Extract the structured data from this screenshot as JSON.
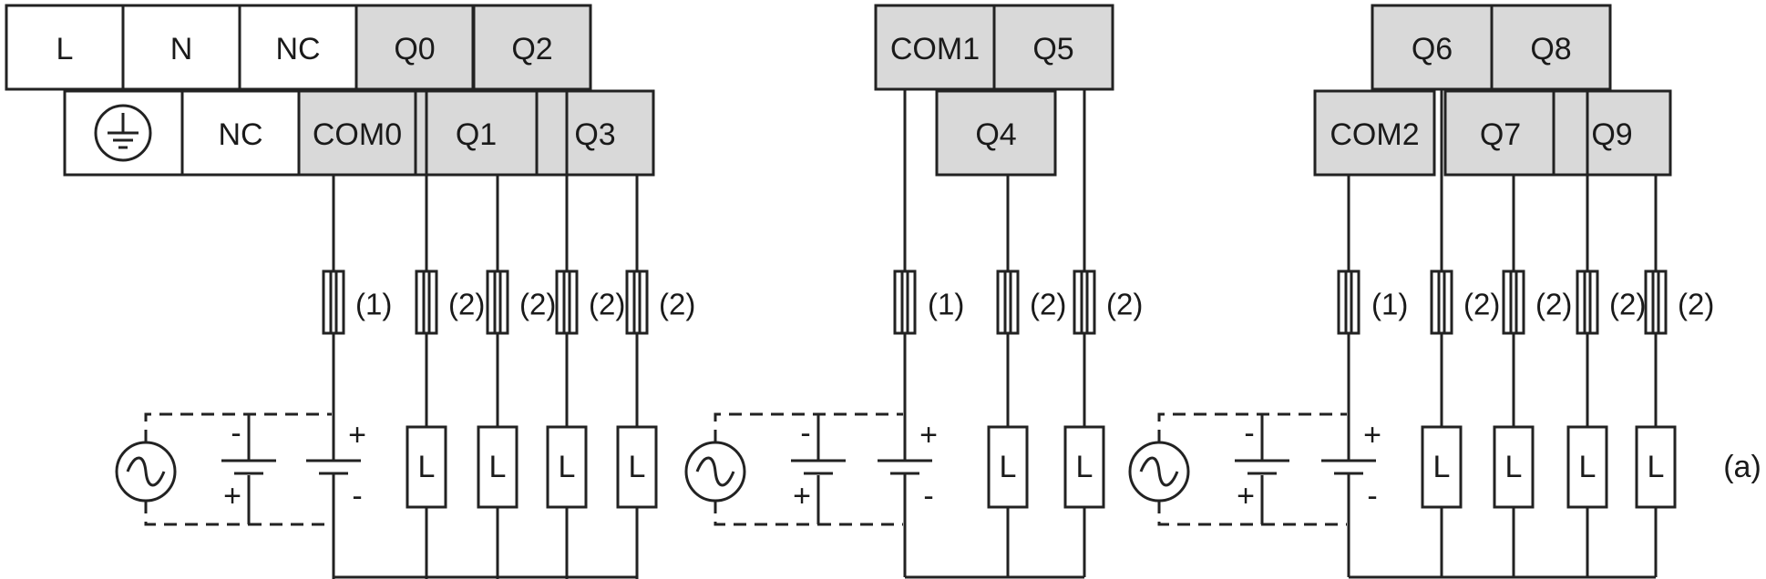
{
  "colors": {
    "terminal_fill": "#d9d9d9",
    "plain_fill": "#ffffff",
    "line": "#222222"
  },
  "groups": [
    {
      "top_row": [
        "L",
        "N",
        "NC",
        "Q0",
        "Q2"
      ],
      "bottom_row": [
        "",
        "NC",
        "COM0",
        "Q1",
        "Q3"
      ],
      "fuse_labels": [
        "(1)",
        "(2)",
        "(2)",
        "(2)",
        "(2)"
      ],
      "load_labels": [
        "L",
        "L",
        "L",
        "L"
      ],
      "battery_top_left": "-",
      "battery_bottom_left": "+",
      "battery_top_right": "+",
      "battery_bottom_right": "-"
    },
    {
      "top_row": [
        "COM1",
        "Q5"
      ],
      "bottom_row": [
        "Q4"
      ],
      "fuse_labels": [
        "(1)",
        "(2)",
        "(2)"
      ],
      "load_labels": [
        "L",
        "L"
      ],
      "battery_top_left": "-",
      "battery_bottom_left": "+",
      "battery_top_right": "+",
      "battery_bottom_right": "-"
    },
    {
      "top_row": [
        "Q6",
        "Q8"
      ],
      "bottom_row": [
        "COM2",
        "Q7",
        "Q9"
      ],
      "fuse_labels": [
        "(1)",
        "(2)",
        "(2)",
        "(2)",
        "(2)"
      ],
      "load_labels": [
        "L",
        "L",
        "L",
        "L"
      ],
      "battery_top_left": "-",
      "battery_bottom_left": "+",
      "battery_top_right": "+",
      "battery_bottom_right": "-"
    }
  ],
  "note": "(a)",
  "icons": {
    "earth": "protective-earth-icon",
    "ac_source": "ac-source-icon"
  }
}
